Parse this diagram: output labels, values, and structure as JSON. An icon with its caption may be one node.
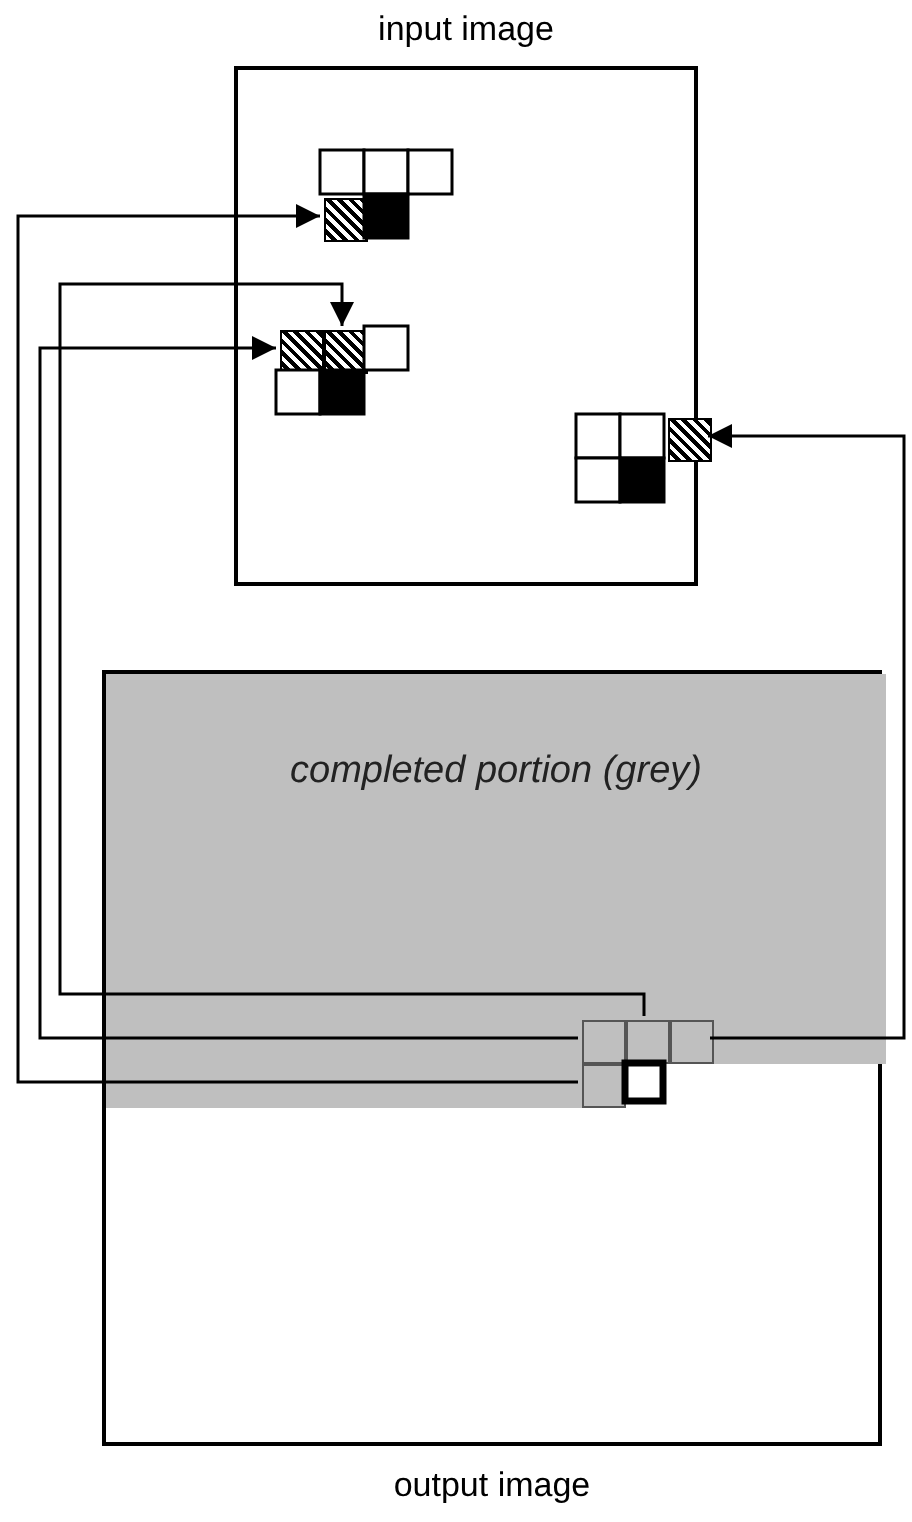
{
  "diagram": {
    "nodes": [
      {
        "text": [
          "input image"
        ]
      },
      {
        "text": [],
        "shape": "box",
        "in": 0
      },
      {
        "text": [],
        "shape": "box",
        "in": 0
      },
      {
        "text": [],
        "shape": "box",
        "in": 0
      },
      {
        "text": [],
        "shape": "box",
        "in": 0
      },
      {
        "text": [
          "output image"
        ]
      },
      {
        "text": [
          "completed portion (grey)"
        ],
        "in": 5
      },
      {
        "text": [],
        "shape": "box",
        "in": 6
      },
      {
        "text": [],
        "shape": "box",
        "in": 6
      },
      {
        "text": [],
        "shape": "box",
        "in": 6
      },
      {
        "text": [],
        "shape": "box",
        "in": 6
      }
    ],
    "edges": [
      {
        "from": 10,
        "to": 1,
        "arrow": "to"
      },
      {
        "from": 7,
        "to": 2,
        "arrow": "to"
      },
      {
        "from": 8,
        "to": 3,
        "arrow": "to"
      },
      {
        "from": 9,
        "to": 4,
        "arrow": "to"
      }
    ]
  }
}
